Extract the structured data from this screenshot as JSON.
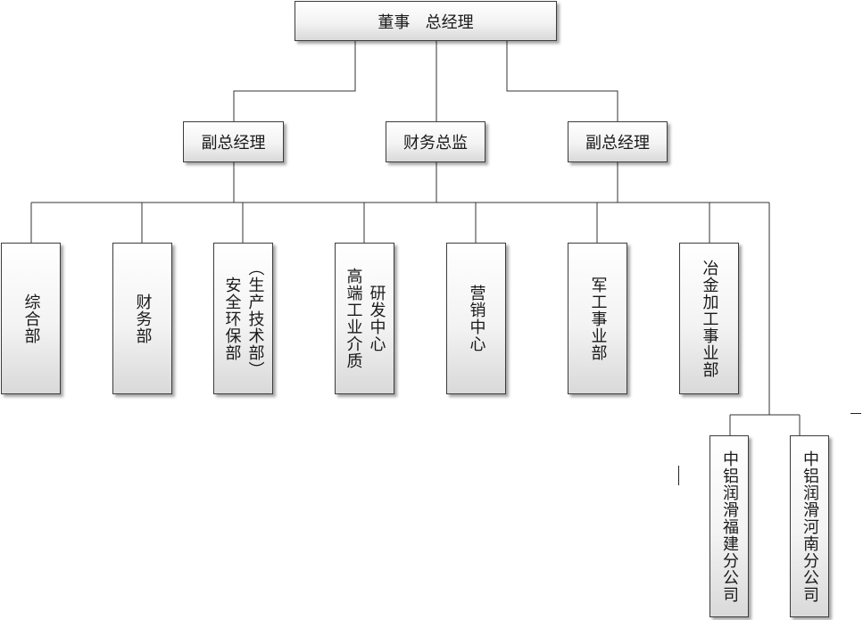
{
  "nodes": {
    "top": "董事   总经理",
    "vp_left": "副总经理",
    "cfo": "财务总监",
    "vp_right": "副总经理",
    "general_dept": "综合部",
    "finance_dept": "财务部",
    "safety_dept": {
      "col1": "（生产技术部）",
      "col2": "安全环保部"
    },
    "rd_center": {
      "col1": "研发中心",
      "col2": "高端工业介质"
    },
    "marketing_center": "营销中心",
    "military_division": "军工事业部",
    "metallurgy_division": "冶金加工事业部",
    "fujian_branch": "中铝润滑福建分公司",
    "henan_branch": "中铝润滑河南分公司"
  },
  "colors": {
    "line": "#333333",
    "border": "#3c3c3c",
    "fill_top": "#ffffff",
    "fill_bottom": "#d9d9d9"
  }
}
